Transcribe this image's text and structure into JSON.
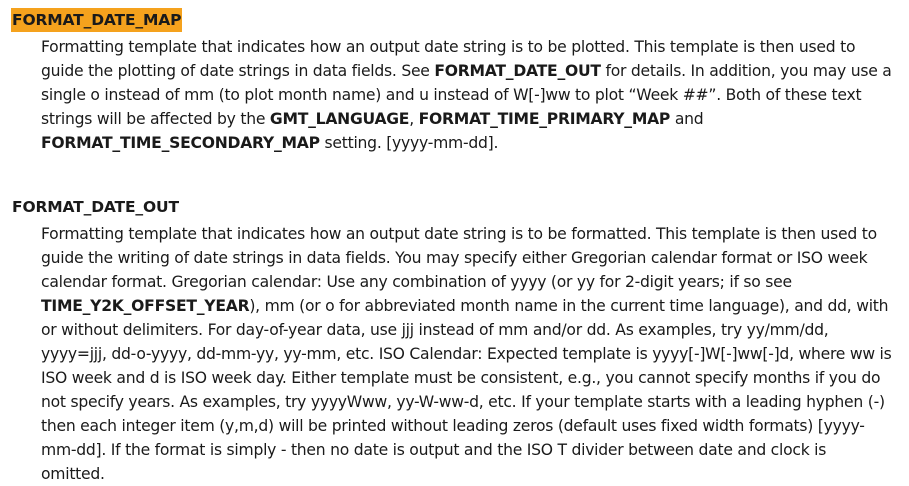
{
  "entries": [
    {
      "term": "FORMAT_DATE_MAP",
      "highlighted": true,
      "highlight_color": "#f5a21d",
      "segments": [
        {
          "text": "Formatting template that indicates how an output date string is to be plotted. This template is then used to guide the plotting of date strings in data fields. See ",
          "bold": false
        },
        {
          "text": "FORMAT_DATE_OUT",
          "bold": true
        },
        {
          "text": " for details. In addition, you may use a single o instead of mm (to plot month name) and u instead of W[-]ww to plot “Week ##”. Both of these text strings will be affected by the ",
          "bold": false
        },
        {
          "text": "GMT_LANGUAGE",
          "bold": true
        },
        {
          "text": ", ",
          "bold": false
        },
        {
          "text": "FORMAT_TIME_PRIMARY_MAP",
          "bold": true
        },
        {
          "text": " and ",
          "bold": false
        },
        {
          "text": "FORMAT_TIME_SECONDARY_MAP",
          "bold": true
        },
        {
          "text": " setting. [yyyy-mm-dd].",
          "bold": false
        }
      ]
    },
    {
      "term": "FORMAT_DATE_OUT",
      "highlighted": false,
      "segments": [
        {
          "text": "Formatting template that indicates how an output date string is to be formatted. This template is then used to guide the writing of date strings in data fields. You may specify either Gregorian calendar format or ISO week calendar format. Gregorian calendar: Use any combination of yyyy (or yy for 2-digit years; if so see ",
          "bold": false
        },
        {
          "text": "TIME_Y2K_OFFSET_YEAR",
          "bold": true
        },
        {
          "text": "), mm (or o for abbreviated month name in the current time language), and dd, with or without delimiters. For day-of-year data, use jjj instead of mm and/or dd. As examples, try yy/mm/dd, yyyy=jjj, dd-o-yyyy, dd-mm-yy, yy-mm, etc. ISO Calendar: Expected template is yyyy[-]W[-]ww[-]d, where ww is ISO week and d is ISO week day. Either template must be consistent, e.g., you cannot specify months if you do not specify years. As examples, try yyyyWww, yy-W-ww-d, etc. If your template starts with a leading hyphen (-) then each integer item (y,m,d) will be printed without leading zeros (default uses fixed width formats) [yyyy-mm-dd]. If the format is simply - then no date is output and the ISO T divider between date and clock is omitted.",
          "bold": false
        }
      ]
    }
  ]
}
